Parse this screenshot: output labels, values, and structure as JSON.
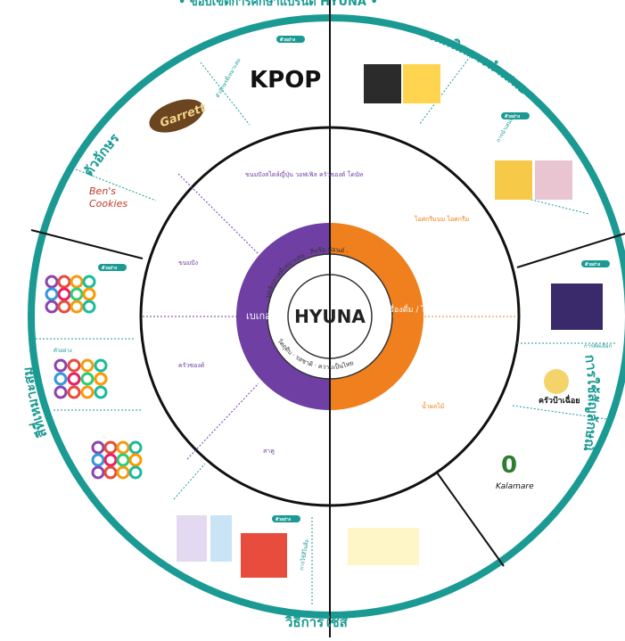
{
  "title_partial": "• ขอบเขตการศึกษาแบรนด์ HYUNA •",
  "center": {
    "brand": "HYUNA",
    "left": "เบเกอรี่",
    "right": "เครื่องดื่ม / ไอศกรีม",
    "ring_top": "บุคลิกภาพที่เหมาะสม · สีหรือ ฟอนต์ ·",
    "ring_bottom": "วัตถุดิบ · รสชาติ · ความเป็นไทย"
  },
  "outer_labels": {
    "top_left": "ตัวอักษร",
    "top_right": "เทคนิคการนำเสนอ",
    "left": "สีที่เหมาะสม",
    "right": "การใช้สัญลักษณ์",
    "bottom": "วิธีการใช้สี"
  },
  "middle_labels": {
    "top": "ขนมปังสไตล์ญี่ปุ่น วอฟเฟิล ครัวซองต์ โดนัท",
    "left_top": "ขนมปัง",
    "left_mid": "ครัวซองต์",
    "bottom": "สาคู",
    "right_top": "ไอศกรีมนม ไอศกรีม",
    "right_bottom": "น้ำผลไม้"
  },
  "badges": [
    "ตัวอย่าง",
    "ตัวอย่าง",
    "ตัวอย่าง",
    "ตัวอย่าง",
    "ตัวอย่าง",
    "ตัวอย่าง",
    "ตัวอย่าง"
  ],
  "logos": {
    "kpop": "KPOP",
    "garrett": "Garrett",
    "bens_line1": "Ben's",
    "bens_line2": "Cookies",
    "krua": "ครัวป้าเฉื่อย",
    "zero": "0",
    "kalamare": "Kalamare"
  },
  "colors": {
    "teal": "#1a9a93",
    "purple": "#6f3fa3",
    "orange": "#f07f1d"
  }
}
